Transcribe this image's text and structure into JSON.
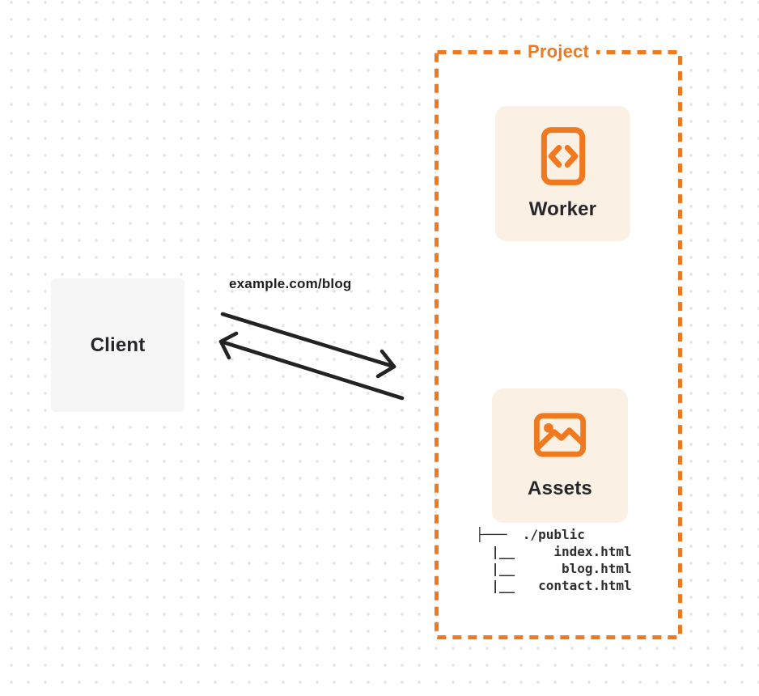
{
  "client": {
    "label": "Client"
  },
  "request": {
    "url_label": "example.com/blog"
  },
  "project": {
    "label": "Project",
    "worker": {
      "label": "Worker",
      "icon": "code-file-icon"
    },
    "assets": {
      "label": "Assets",
      "icon": "image-icon",
      "file_tree": "├───  ./public\n  |__     index.html\n  |__      blog.html\n  |__   contact.html"
    }
  },
  "colors": {
    "accent_orange": "#f0781e",
    "card_background": "#faf0e3",
    "client_background": "#f6f6f7",
    "arrow": "#232323",
    "text_dark": "#26262b",
    "dot_grid": "#e3e3e6"
  }
}
